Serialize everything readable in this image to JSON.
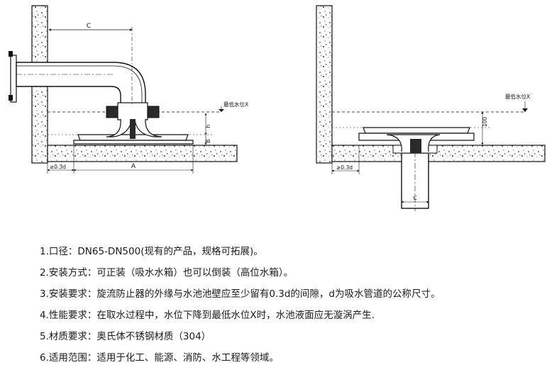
{
  "diagram": {
    "left": {
      "dim_c": "C",
      "dim_a": "A",
      "dim_gap": "≥0.3d",
      "dim_h": "h",
      "dim_b": "B",
      "water_level_label": "最低水位X"
    },
    "right": {
      "dim_c": "C",
      "dim_gap": "≥0.3d",
      "dim_100": "100",
      "water_level_label": "最低水位X"
    }
  },
  "notes": [
    {
      "num": "1.",
      "text": "口径：DN65-DN500(现有的产品，规格可拓展)。"
    },
    {
      "num": "2.",
      "text": "安装方式：可正装（吸水水箱）也可以倒装（高位水箱）。"
    },
    {
      "num": "3.",
      "text": "安装要求：旋流防止器的外缘与水池池壁应至少留有0.3d的间隙，d为吸水管道的公称尺寸。"
    },
    {
      "num": "4.",
      "text": "性能要求：在取水过程中，水位下降到最低水位X时，水池液面应无漩涡产生."
    },
    {
      "num": "5.",
      "text": "材质要求：奥氏体不锈钢材质（304）"
    },
    {
      "num": "6.",
      "text": "适用范围：适用于化工、能源、消防、水工程等领域。"
    }
  ]
}
